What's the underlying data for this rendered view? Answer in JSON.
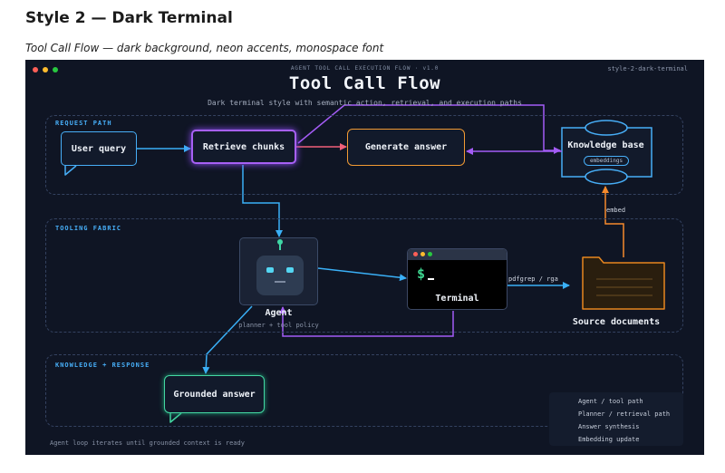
{
  "page": {
    "heading": "Style 2 — Dark Terminal",
    "caption": "Tool Call Flow — dark background, neon accents, monospace font"
  },
  "diagram": {
    "kicker": "AGENT TOOL CALL EXECUTION FLOW · v1.0",
    "style_tag": "style-2-dark-terminal",
    "title": "Tool Call Flow",
    "subtitle": "Dark terminal style with semantic action, retrieval, and execution paths",
    "window_dot_colors": [
      "#ff5f57",
      "#febc2e",
      "#28c840"
    ],
    "zones": {
      "request": "REQUEST PATH",
      "tooling": "TOOLING FABRIC",
      "knowledge": "KNOWLEDGE + RESPONSE"
    },
    "nodes": {
      "user_query": "User query",
      "retrieve": "Retrieve chunks",
      "generate": "Generate answer",
      "knowledge_base": "Knowledge base",
      "knowledge_base_sub": "embeddings",
      "agent": "Agent",
      "agent_sub": "planner + tool policy",
      "terminal": "Terminal",
      "terminal_prompt": "$",
      "source_docs": "Source documents",
      "grounded": "Grounded answer"
    },
    "edge_labels": {
      "pdfgrep": "pdfgrep / rga",
      "embed": "embed"
    },
    "footer": "Agent loop iterates until grounded context is ready",
    "legend": [
      {
        "label": "Agent / tool path",
        "color": "#3ab0f7"
      },
      {
        "label": "Planner / retrieval path",
        "color": "#a45cf6"
      },
      {
        "label": "Answer synthesis",
        "color": "#f0607a"
      },
      {
        "label": "Embedding update",
        "color": "#f58a2c"
      }
    ],
    "colors": {
      "background": "#0f1524",
      "tool_path": "#3ab0f7",
      "retrieval_path": "#a45cf6",
      "synthesis_path": "#f0607a",
      "embedding_path": "#f58a2c",
      "answer_border": "#43d7a2"
    }
  }
}
